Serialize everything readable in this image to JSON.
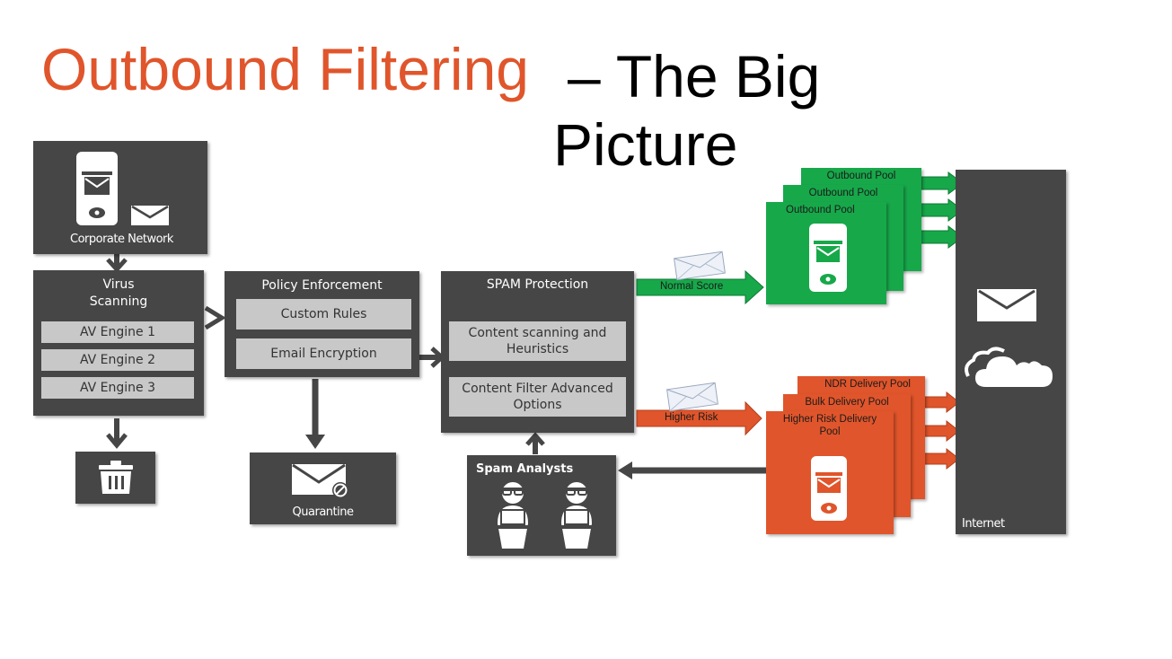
{
  "slide": {
    "title_accent": "Outbound Filtering",
    "title_rest_line1": "– The Big",
    "title_rest_line2": "Picture"
  },
  "colors": {
    "accent_orange": "#e0552b",
    "green": "#17a84a",
    "dark_box": "#464646",
    "chip_grey": "#c8c8c8"
  },
  "corporate": {
    "label": "Corporate Network",
    "icons": [
      "server-icon",
      "mail-icon"
    ]
  },
  "virus": {
    "title": "Virus\nScanning",
    "engines": [
      "AV Engine 1",
      "AV Engine 2",
      "AV Engine 3"
    ]
  },
  "policy": {
    "title": "Policy Enforcement",
    "items": [
      "Custom Rules",
      "Email Encryption"
    ]
  },
  "spam": {
    "title": "SPAM Protection",
    "items": [
      "Content scanning and Heuristics",
      "Content Filter Advanced Options"
    ]
  },
  "quarantine": {
    "label": "Quarantine"
  },
  "analysts": {
    "label": "Spam Analysts"
  },
  "routes": {
    "normal": "Normal Score",
    "higher": "Higher Risk"
  },
  "outbound_pools": [
    "Outbound Pool",
    "Outbound Pool",
    "Outbound Pool"
  ],
  "risk_pools": [
    "NDR Delivery Pool",
    "Bulk Delivery Pool",
    "Higher Risk Delivery Pool"
  ],
  "internet": {
    "label": "Internet"
  }
}
